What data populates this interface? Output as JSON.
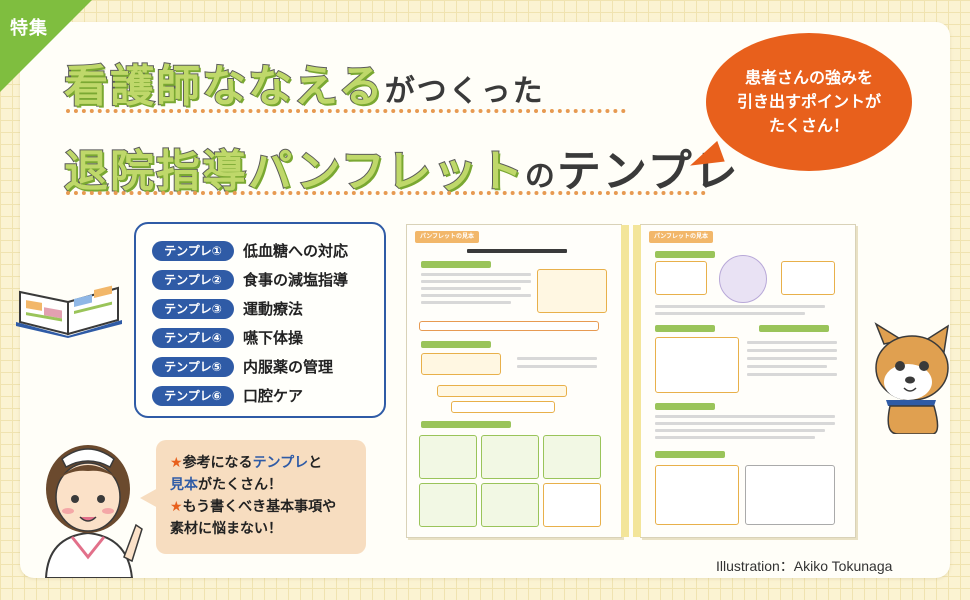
{
  "badge": {
    "label": "特集"
  },
  "title": {
    "line1_big": "看護師ななえる",
    "line1_small": "がつくった",
    "line2_big": "退院指導パンフレット",
    "line2_small": "の",
    "line2_end": "テンプレ"
  },
  "bubble": {
    "line1": "患者さんの強みを",
    "line2": "引き出すポイントが",
    "line3": "たくさん！"
  },
  "templates": [
    {
      "tag": "テンプレ①",
      "text": "低血糖への対応"
    },
    {
      "tag": "テンプレ②",
      "text": "食事の減塩指導"
    },
    {
      "tag": "テンプレ③",
      "text": "運動療法"
    },
    {
      "tag": "テンプレ④",
      "text": "嚥下体操"
    },
    {
      "tag": "テンプレ⑤",
      "text": "内服薬の管理"
    },
    {
      "tag": "テンプレ⑥",
      "text": "口腔ケア"
    }
  ],
  "speech": {
    "star": "★",
    "l1_a": "参考になる",
    "l1_b": "テンプレ",
    "l1_c": "と",
    "l2_a": "見本",
    "l2_b": "がたくさん！",
    "l3": "もう書くべき基本事項や",
    "l4": "素材に悩まない！"
  },
  "pages": {
    "left_tag": "パンフレットの見本",
    "right_tag": "パンフレットの見本"
  },
  "credit": "Illustration：Akiko Tokunaga",
  "colors": {
    "accent_green": "#7fbe3f",
    "accent_orange": "#e8601c",
    "accent_blue": "#2f5ba6"
  }
}
